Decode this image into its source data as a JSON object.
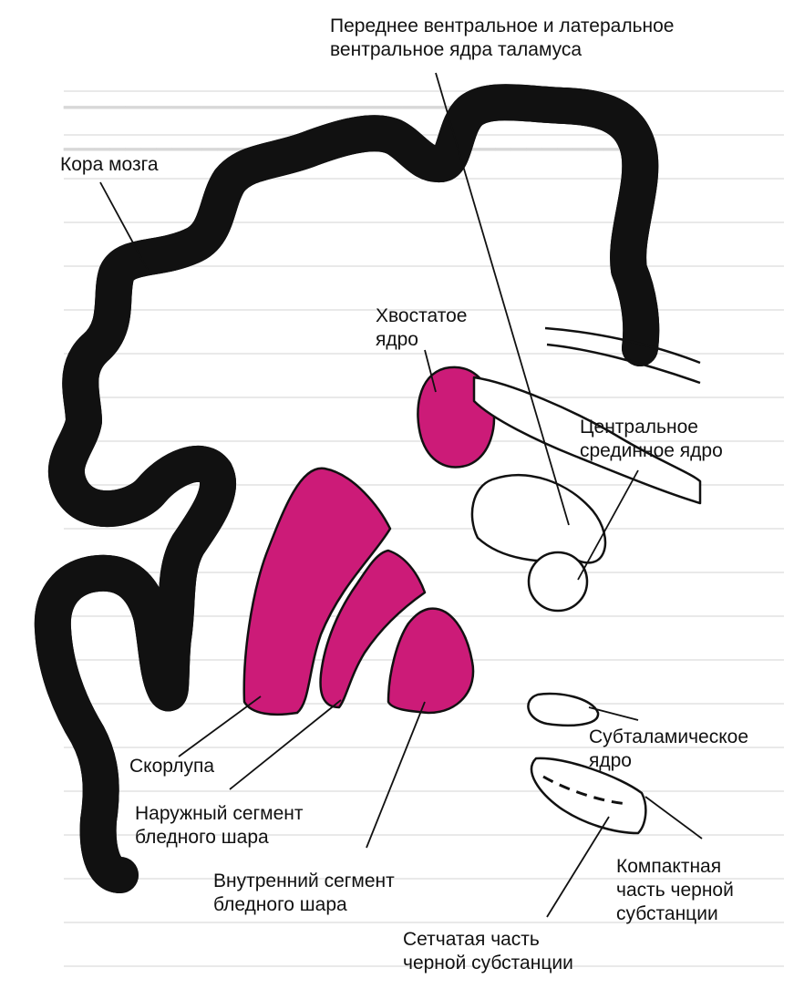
{
  "colors": {
    "cortex_fill": "#c9c9c9",
    "nucleus_fill": "#cc1b78",
    "stroke": "#111111",
    "background": "#ffffff",
    "bleed_text": "#b9b9b9"
  },
  "labels": {
    "thalamus": [
      "Переднее вентральное и латеральное",
      "вентральное ядра таламуса"
    ],
    "cortex": [
      "Кора мозга"
    ],
    "caudate": [
      "Хвостатое",
      "ядро"
    ],
    "centromedian": [
      "Центральное",
      "срединное ядро"
    ],
    "subthalamic": [
      "Субталамическое",
      "ядро"
    ],
    "putamen": [
      "Скорлупа"
    ],
    "gpe": [
      "Наружный сегмент",
      "бледного шара"
    ],
    "gpi": [
      "Внутренний сегмент",
      "бледного шара"
    ],
    "snc": [
      "Компактная",
      "часть черной",
      "субстанции"
    ],
    "snr": [
      "Сетчатая часть",
      "черной субстанции"
    ]
  }
}
